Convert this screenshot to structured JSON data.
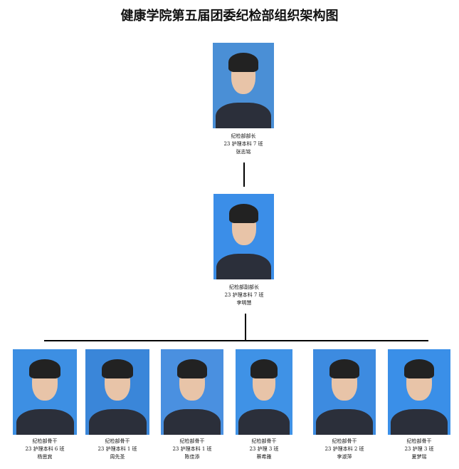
{
  "title": "健康学院第五届团委纪检部组织架构图",
  "top": {
    "role": "纪检部部长",
    "class": "23 护理本科 7 班",
    "name": "张志铭"
  },
  "deputy": {
    "role": "纪检部副部长",
    "class": "23 护理本科 7 班",
    "name": "李明慧"
  },
  "members": [
    {
      "role": "纪检部骨干",
      "class": "23 护理本科 6 班",
      "name": "杨思宾"
    },
    {
      "role": "纪检部骨干",
      "class": "23 护理本科 1 班",
      "name": "周先圣"
    },
    {
      "role": "纪检部骨干",
      "class": "23 护理本科 1 班",
      "name": "陈佳添"
    },
    {
      "role": "纪检部骨干",
      "class": "23 护理 3 班",
      "name": "蔡希雅"
    },
    {
      "role": "纪检部骨干",
      "class": "23 护理本科 2 班",
      "name": "李淑萍"
    },
    {
      "role": "纪检部骨干",
      "class": "23 护理 3 班",
      "name": "夏梦瑶"
    }
  ]
}
